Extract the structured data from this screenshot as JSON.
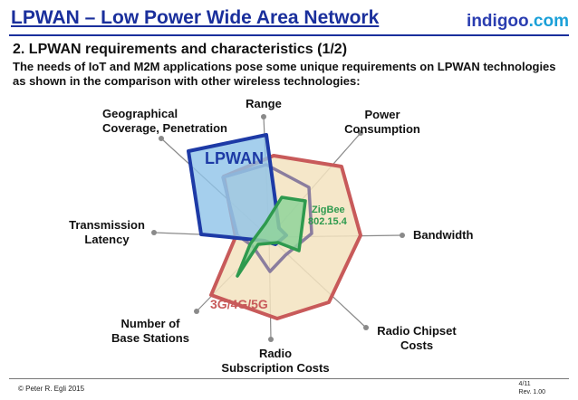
{
  "header": {
    "title": "LPWAN – Low Power Wide Area Network",
    "brand_main": "indigoo",
    "brand_suffix": ".com"
  },
  "section": {
    "heading": "2. LPWAN requirements and characteristics (1/2)",
    "intro": "The needs of IoT and M2M applications pose some unique requirements on LPWAN technologies as shown in the comparison with other wireless technologies:"
  },
  "axes": [
    {
      "line1": "Range",
      "line2": ""
    },
    {
      "line1": "Power",
      "line2": "Consumption"
    },
    {
      "line1": "Bandwidth",
      "line2": ""
    },
    {
      "line1": "Radio Chipset",
      "line2": "Costs"
    },
    {
      "line1": "Radio",
      "line2": "Subscription Costs"
    },
    {
      "line1": "Number of",
      "line2": "Base Stations"
    },
    {
      "line1": "Transmission",
      "line2": "Latency"
    },
    {
      "line1": "Geographical",
      "line2": "Coverage, Penetration"
    }
  ],
  "series": {
    "lpwan": {
      "name": "LPWAN",
      "fill": "#8ec3e8",
      "stroke": "#1d3aa6"
    },
    "cellular": {
      "name": "3G/4G/5G",
      "fill": "#f3e3bf",
      "stroke": "#c85a5a"
    },
    "zigbee": {
      "name_line1": "ZigBee",
      "name_line2": "802.15.4",
      "fill": "#8fd39a",
      "stroke": "#2e9a4e"
    },
    "wifi": {
      "stroke": "#8a7d9e"
    }
  },
  "footer": {
    "copyright": "© Peter R. Egli 2015",
    "page": "4/11",
    "revision": "Rev. 1.00"
  }
}
